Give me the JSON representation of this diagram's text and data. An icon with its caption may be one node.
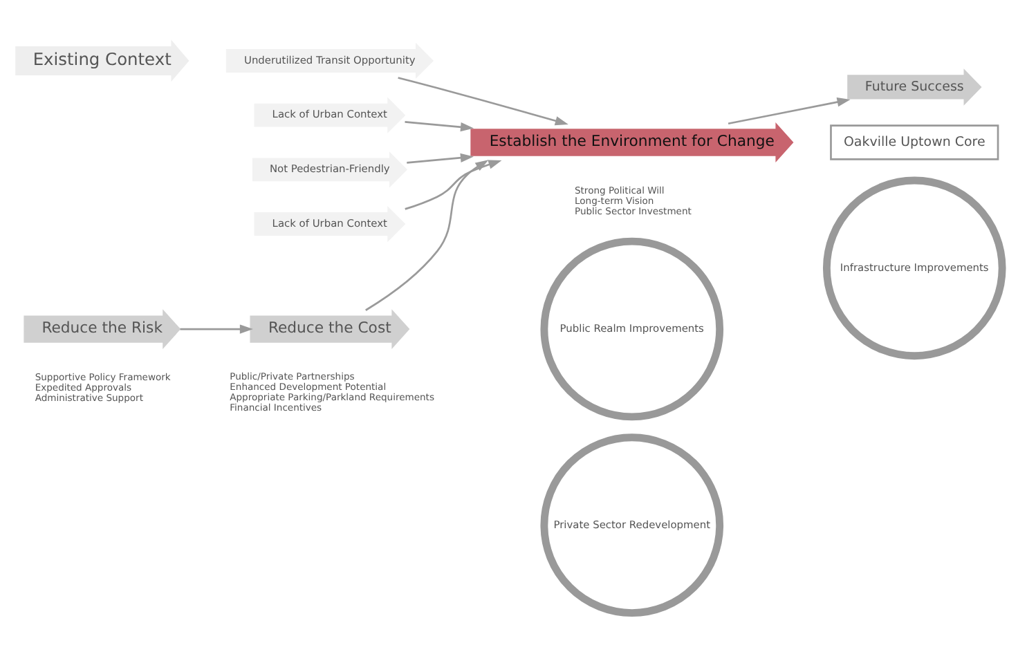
{
  "diagram": {
    "nodes": [
      {
        "text": [
          "Existing Context"
        ]
      },
      {
        "text": [
          "Lack of Urban Context"
        ]
      },
      {
        "text": [
          "Underutilized Transit Opportunity"
        ]
      },
      {
        "text": [
          "Not Pedestrian-Friendly"
        ]
      },
      {
        "text": [
          "Lack of Urban Context"
        ]
      },
      {
        "text": [
          "Establish the Environment for Change"
        ],
        "beside": [
          "Strong Political Will",
          "Long-term Vision",
          "Public Sector Investment"
        ]
      },
      {
        "text": [
          "Reduce the Risk"
        ],
        "beside": [
          "Supportive Policy Framework",
          "Expedited Approvals",
          "Administrative Support"
        ]
      },
      {
        "text": [
          "Reduce the Cost"
        ],
        "beside": [
          "Public/Private Partnerships",
          "Enhanced Development Potential",
          "Appropriate Parking/Parkland Requirements",
          "Financial Incentives"
        ]
      },
      {
        "text": [
          "Future Success"
        ]
      },
      {
        "text": [
          "Public Realm Improvements"
        ]
      },
      {
        "text": [
          "Private Sector Redevelopment"
        ]
      },
      {
        "text": [
          "Oakville Uptown Core"
        ]
      },
      {
        "text": [
          "Infrastructure Improvements"
        ]
      }
    ],
    "edges": [
      {
        "from": 1,
        "to": 5,
        "arrow": "to"
      },
      {
        "from": 2,
        "to": 5,
        "arrow": "to"
      },
      {
        "from": 3,
        "to": 5,
        "arrow": "to"
      },
      {
        "from": 4,
        "to": 5,
        "arrow": "to"
      },
      {
        "from": 6,
        "to": 7,
        "arrow": "to"
      },
      {
        "from": 7,
        "to": 5,
        "arrow": "to"
      },
      {
        "from": 5,
        "to": 8,
        "arrow": "to"
      }
    ]
  }
}
